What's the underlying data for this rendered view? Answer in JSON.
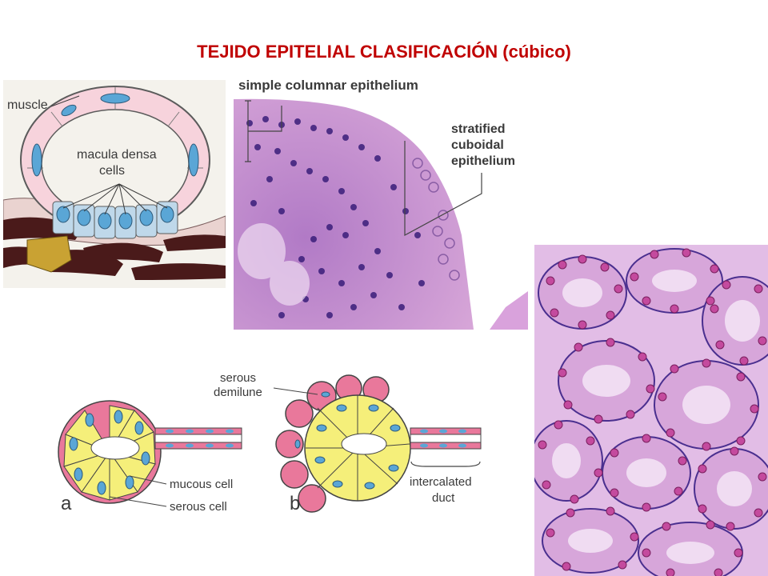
{
  "title": "TEJIDO EPITELIAL CLASIFICACIÓN (cúbico)",
  "macula_panel": {
    "label_muscle": "muscle",
    "label_macula_line1": "macula densa",
    "label_macula_line2": "cells"
  },
  "columnar_panel": {
    "label_simple": "simple columnar epithelium",
    "label_stratified_line1": "stratified",
    "label_stratified_line2": "cuboidal",
    "label_stratified_line3": "epithelium"
  },
  "gland_panel": {
    "label_serous_demilune_line1": "serous",
    "label_serous_demilune_line2": "demilune",
    "label_mucous_cell": "mucous cell",
    "label_serous_cell": "serous cell",
    "label_intercalated_line1": "intercalated",
    "label_intercalated_line2": "duct",
    "label_a": "a",
    "label_b": "b"
  },
  "colors": {
    "title": "#c00000",
    "mucous": "#f5ef7a",
    "serous": "#e9789b",
    "nucleus": "#5aa6d6",
    "histology_purple": "#4a2f8f",
    "histology_pink": "#d9a2dc"
  }
}
